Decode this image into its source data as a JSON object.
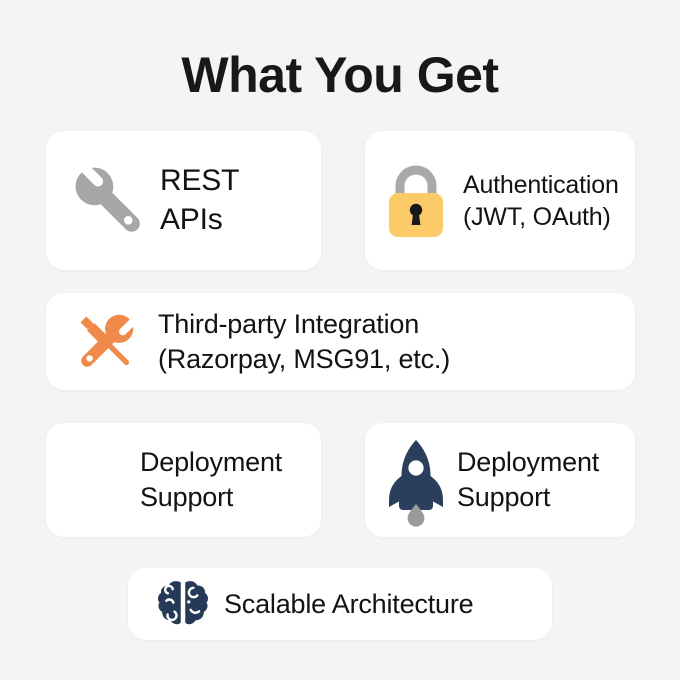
{
  "page": {
    "title": "What You Get",
    "background_color": "#F4F4F4",
    "card_color": "#FFFFFF",
    "text_color": "#121315"
  },
  "colors": {
    "wrench_gray": "#A6A6A6",
    "lock_body_amber": "#FBCB6A",
    "lock_shackle_gray": "#A9A9AC",
    "lock_keyhole_dark": "#1A1A1A",
    "tools_orange": "#F08A4B",
    "rocket_navy": "#2B3E5B",
    "rocket_flame_gray": "#9A9A9E",
    "brain_navy": "#253A56"
  },
  "cards": [
    {
      "id": "rest-apis",
      "icon": "wrench-icon",
      "label": "REST\nAPIs"
    },
    {
      "id": "authentication",
      "icon": "padlock-icon",
      "label": "Authentication\n(JWT, OAuth)"
    },
    {
      "id": "third-party-integration",
      "icon": "tools-icon",
      "label": "Third-party Integration\n(Razorpay, MSG91, etc.)"
    },
    {
      "id": "deployment-support-left",
      "icon": "none",
      "label": "Deployment\nSupport"
    },
    {
      "id": "deployment-support-right",
      "icon": "rocket-icon",
      "label": "Deployment\nSupport"
    },
    {
      "id": "scalable-architecture",
      "icon": "brain-icon",
      "label": "Scalable Architecture"
    }
  ]
}
